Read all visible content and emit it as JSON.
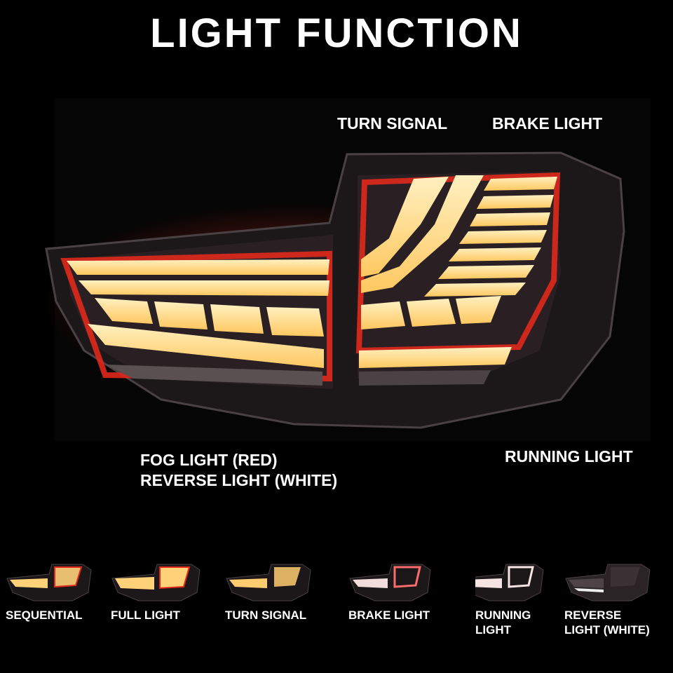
{
  "title": "LIGHT FUNCTION",
  "callouts": {
    "turn_signal": "TURN SIGNAL",
    "brake_light": "BRAKE LIGHT",
    "fog_light": "FOG LIGHT (RED)",
    "reverse_light": "REVERSE LIGHT (WHITE)",
    "running_light": "RUNNING LIGHT"
  },
  "modes": [
    {
      "line1": "SEQUENTIAL",
      "line2": ""
    },
    {
      "line1": "FULL LIGHT",
      "line2": ""
    },
    {
      "line1": "TURN SIGNAL",
      "line2": ""
    },
    {
      "line1": "BRAKE LIGHT",
      "line2": ""
    },
    {
      "line1": "RUNNING",
      "line2": "LIGHT"
    },
    {
      "line1": "REVERSE",
      "line2": "LIGHT (WHITE)"
    }
  ],
  "colors": {
    "background": "#000000",
    "led_amber": "#ffd27a",
    "led_red": "#e0281c",
    "housing": "#2a2426",
    "text": "#ffffff"
  }
}
